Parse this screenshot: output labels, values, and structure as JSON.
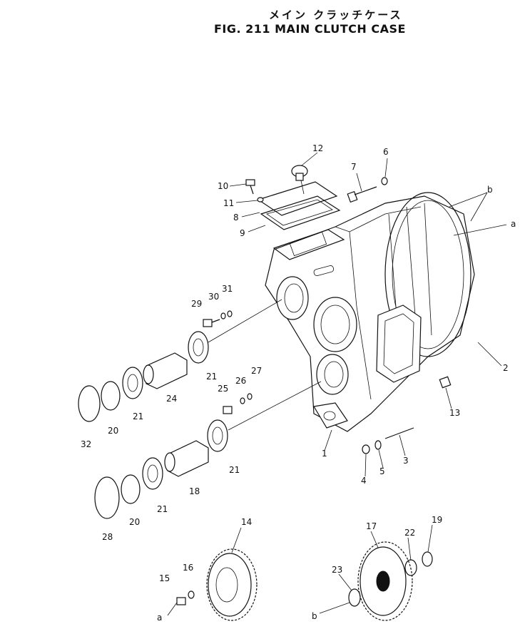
{
  "title": {
    "japanese": "メイン クラッチケース",
    "english": "FIG. 211 MAIN CLUTCH CASE"
  },
  "callouts": [
    {
      "id": "c1",
      "label": "1"
    },
    {
      "id": "c2",
      "label": "2"
    },
    {
      "id": "c3",
      "label": "3"
    },
    {
      "id": "c4",
      "label": "4"
    },
    {
      "id": "c5",
      "label": "5"
    },
    {
      "id": "c6",
      "label": "6"
    },
    {
      "id": "c7",
      "label": "7"
    },
    {
      "id": "c8",
      "label": "8"
    },
    {
      "id": "c9",
      "label": "9"
    },
    {
      "id": "c10",
      "label": "10"
    },
    {
      "id": "c11",
      "label": "11"
    },
    {
      "id": "c12",
      "label": "12"
    },
    {
      "id": "c13",
      "label": "13"
    },
    {
      "id": "c14",
      "label": "14"
    },
    {
      "id": "c15",
      "label": "15"
    },
    {
      "id": "c16",
      "label": "16"
    },
    {
      "id": "c17",
      "label": "17"
    },
    {
      "id": "c18",
      "label": "18"
    },
    {
      "id": "c19",
      "label": "19"
    },
    {
      "id": "c20a",
      "label": "20"
    },
    {
      "id": "c20b",
      "label": "20"
    },
    {
      "id": "c21a",
      "label": "21"
    },
    {
      "id": "c21b",
      "label": "21"
    },
    {
      "id": "c21c",
      "label": "21"
    },
    {
      "id": "c21d",
      "label": "21"
    },
    {
      "id": "c22",
      "label": "22"
    },
    {
      "id": "c23",
      "label": "23"
    },
    {
      "id": "c24",
      "label": "24"
    },
    {
      "id": "c25",
      "label": "25"
    },
    {
      "id": "c26",
      "label": "26"
    },
    {
      "id": "c27",
      "label": "27"
    },
    {
      "id": "c28",
      "label": "28"
    },
    {
      "id": "c29",
      "label": "29"
    },
    {
      "id": "c30",
      "label": "30"
    },
    {
      "id": "c31",
      "label": "31"
    },
    {
      "id": "c32",
      "label": "32"
    },
    {
      "id": "ca1",
      "label": "a"
    },
    {
      "id": "ca2",
      "label": "a"
    },
    {
      "id": "cb1",
      "label": "b"
    },
    {
      "id": "cb2",
      "label": "b"
    }
  ]
}
